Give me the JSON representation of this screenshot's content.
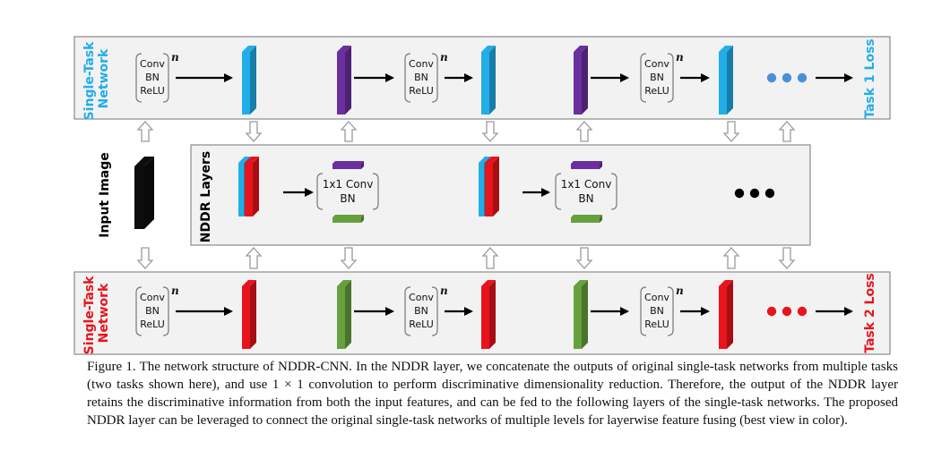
{
  "top_network": {
    "label_line1": "Single-Task",
    "label_line2": "Network",
    "loss": "Task 1 Loss",
    "color": "#21aee8"
  },
  "bottom_network": {
    "label_line1": "Single-Task",
    "label_line2": "Network",
    "loss": "Task 2 Loss",
    "color": "#e8141c"
  },
  "conv_block": {
    "line1": "Conv",
    "line2": "BN",
    "line3": "ReLU",
    "exponent": "n"
  },
  "input": {
    "label": "Input Image"
  },
  "nddr": {
    "label": "NDDR Layers",
    "line1": "1x1 Conv",
    "line2": "BN"
  },
  "colors": {
    "task1": "#21aee8",
    "task2": "#e8141c",
    "nddr_task1": "#6b2fa0",
    "nddr_task2": "#66a13d",
    "panel": "#f2f2f2",
    "border": "#8a8a8a"
  },
  "caption": {
    "text": "Figure 1. The network structure of NDDR-CNN. In the NDDR layer, we concatenate the outputs of original single-task networks from multiple tasks (two tasks shown here), and use 1 × 1 convolution to perform discriminative dimensionality reduction. Therefore, the output of the NDDR layer retains the discriminative information from both the input features, and can be fed to the following layers of the single-task networks. The proposed NDDR layer can be leveraged to connect the original single-task networks of multiple levels for layerwise feature fusing (best view in color)."
  }
}
